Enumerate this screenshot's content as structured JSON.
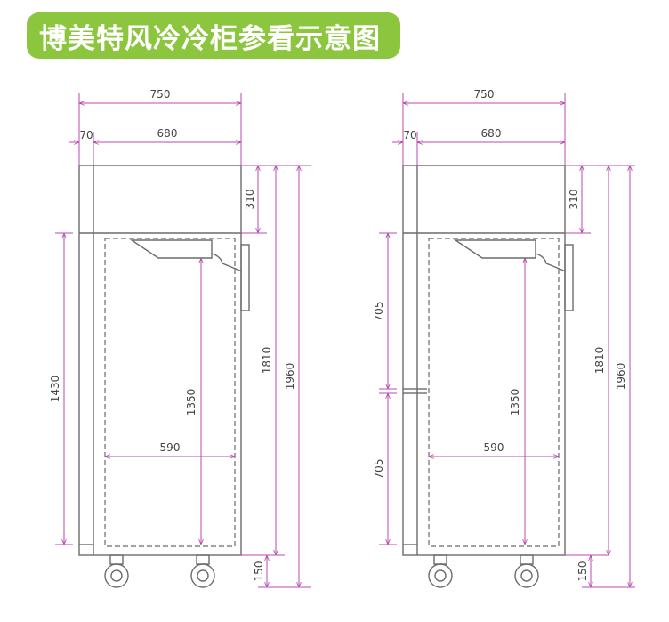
{
  "header": {
    "title": "博美特风冷冷柜参看示意图"
  },
  "colors": {
    "banner": "#8cc63f",
    "dimension": "#b84bb0",
    "outline": "#6b6b6b"
  },
  "cabinets": [
    {
      "name": "single-door",
      "dims": {
        "overall_width": "750",
        "side_panel": "70",
        "inner_width": "680",
        "top_section": "310",
        "door_height": "1430",
        "shelf_height": "1350",
        "body_height": "1810",
        "total_height": "1960",
        "caster_height": "150",
        "inner_depth": "590"
      }
    },
    {
      "name": "double-door",
      "dims": {
        "overall_width": "750",
        "side_panel": "70",
        "inner_width": "680",
        "top_section": "310",
        "upper_door": "705",
        "lower_door": "705",
        "shelf_height": "1350",
        "body_height": "1810",
        "total_height": "1960",
        "caster_height": "150",
        "inner_depth": "590"
      }
    }
  ]
}
